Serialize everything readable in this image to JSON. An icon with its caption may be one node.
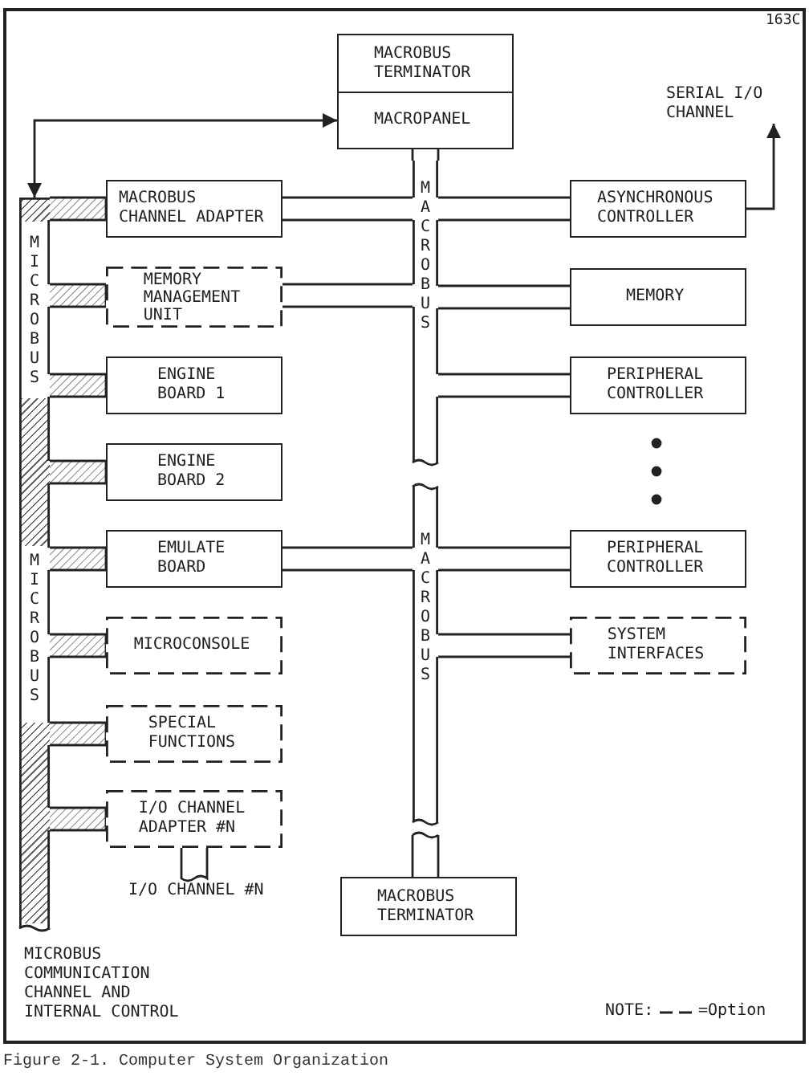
{
  "diagram": {
    "caption": "Figure 2-1. Computer System Organization",
    "nodes": [
      {
        "text": [
          "MACROBUS TERMINATOR"
        ]
      },
      {
        "text": [
          "MACROPANEL"
        ]
      },
      {
        "text": [
          "SERIAL I/O CHANNEL"
        ]
      },
      {
        "text": [
          "MICROBUS",
          "MICROBUS"
        ],
        "beside": [
          "MICROBUS COMMUNICATION CHANNEL AND INTERNAL CONTROL"
        ]
      },
      {
        "text": [
          "MACROBUS CHANNEL ADAPTER"
        ]
      },
      {
        "text": [
          "MACROBUS"
        ]
      },
      {
        "text": [
          "ASYNCHRONOUS CONTROLLER"
        ]
      },
      {
        "text": [
          "MEMORY MANAGEMENT UNIT"
        ]
      },
      {
        "text": [
          "MEMORY"
        ]
      },
      {
        "text": [
          "ENGINE BOARD 1"
        ]
      },
      {
        "text": [
          "PERIPHERAL CONTROLLER"
        ]
      },
      {
        "text": [
          "ENGINE BOARD 2"
        ]
      },
      {
        "text": [
          "EMULATE BOARD"
        ]
      },
      {
        "text": [
          "MACROBUS"
        ]
      },
      {
        "text": [
          "PERIPHERAL CONTROLLER"
        ]
      },
      {
        "text": [
          "MICROCONSOLE"
        ]
      },
      {
        "text": [
          "SYSTEM INTERFACES"
        ]
      },
      {
        "text": [
          "SPECIAL FUNCTIONS"
        ]
      },
      {
        "text": [
          "I/O CHANNEL ADAPTER #N"
        ]
      },
      {
        "text": [
          "I/O CHANNEL #N"
        ]
      },
      {
        "text": [
          "MACROBUS TERMINATOR"
        ]
      }
    ],
    "edges": [
      {
        "from": 3,
        "to": 1,
        "arrow": "both"
      },
      {
        "from": 1,
        "to": 5,
        "arrow": "none"
      },
      {
        "from": 3,
        "to": 4,
        "arrow": "none"
      },
      {
        "from": 4,
        "to": 5,
        "arrow": "none"
      },
      {
        "from": 5,
        "to": 6,
        "arrow": "none"
      },
      {
        "from": 6,
        "to": 2,
        "arrow": "to"
      },
      {
        "from": 3,
        "to": 7,
        "arrow": "none"
      },
      {
        "from": 7,
        "to": 5,
        "arrow": "none"
      },
      {
        "from": 5,
        "to": 8,
        "arrow": "none"
      },
      {
        "from": 3,
        "to": 9,
        "arrow": "none"
      },
      {
        "from": 5,
        "to": 10,
        "arrow": "none"
      },
      {
        "from": 3,
        "to": 11,
        "arrow": "none"
      },
      {
        "from": 3,
        "to": 12,
        "arrow": "none"
      },
      {
        "from": 12,
        "to": 13,
        "arrow": "none"
      },
      {
        "from": 13,
        "to": 14,
        "arrow": "none"
      },
      {
        "from": 3,
        "to": 15,
        "arrow": "none"
      },
      {
        "from": 13,
        "to": 16,
        "arrow": "none"
      },
      {
        "from": 3,
        "to": 17,
        "arrow": "none"
      },
      {
        "from": 3,
        "to": 18,
        "arrow": "none"
      },
      {
        "from": 18,
        "to": 19,
        "arrow": "none"
      },
      {
        "from": 13,
        "to": 20,
        "arrow": "none"
      }
    ],
    "labels": [
      "163C",
      "NOTE:"
    ],
    "legend": [
      {
        "text": "=Option"
      }
    ]
  }
}
